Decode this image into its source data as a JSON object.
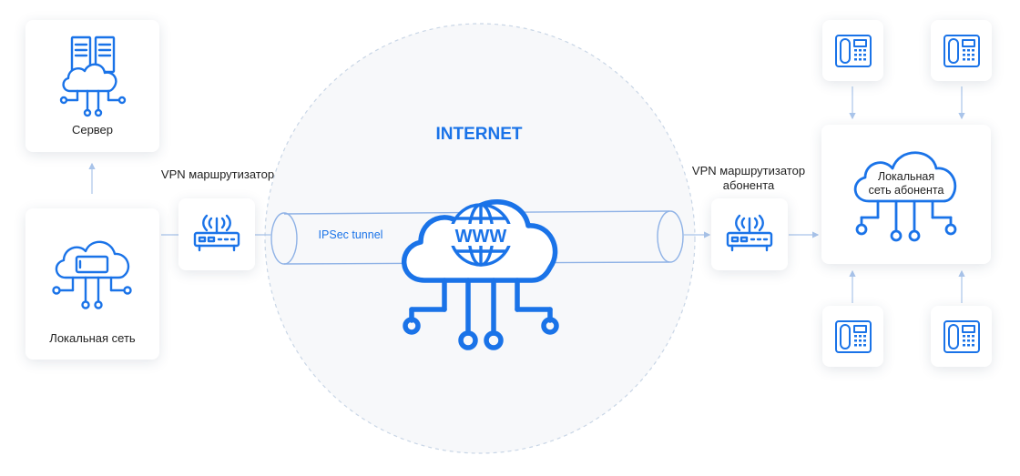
{
  "colors": {
    "accent": "#1a73e8",
    "line": "#a9c4ea",
    "card": "#ffffff",
    "text": "#222222"
  },
  "title": "INTERNET",
  "tunnel_label": "IPSec tunnel",
  "nodes": {
    "server": {
      "label": "Сервер",
      "icon": "server-cloud-icon"
    },
    "local_network": {
      "label": "Локальная сеть",
      "icon": "phone-cloud-icon"
    },
    "vpn_router": {
      "label": "VPN маршрутизатор",
      "icon": "router-icon"
    },
    "subscriber_router": {
      "label_line1": "VPN маршрутизатор",
      "label_line2": "абонента",
      "icon": "router-icon"
    },
    "subscriber_network": {
      "label_line1": "Локальная",
      "label_line2": "сеть абонента",
      "icon": "cloud-network-icon"
    },
    "internet_cloud": {
      "label": "WWW",
      "icon": "globe-cloud-icon"
    },
    "ip_phones": {
      "icon": "ip-phone-icon",
      "count": 4
    }
  }
}
